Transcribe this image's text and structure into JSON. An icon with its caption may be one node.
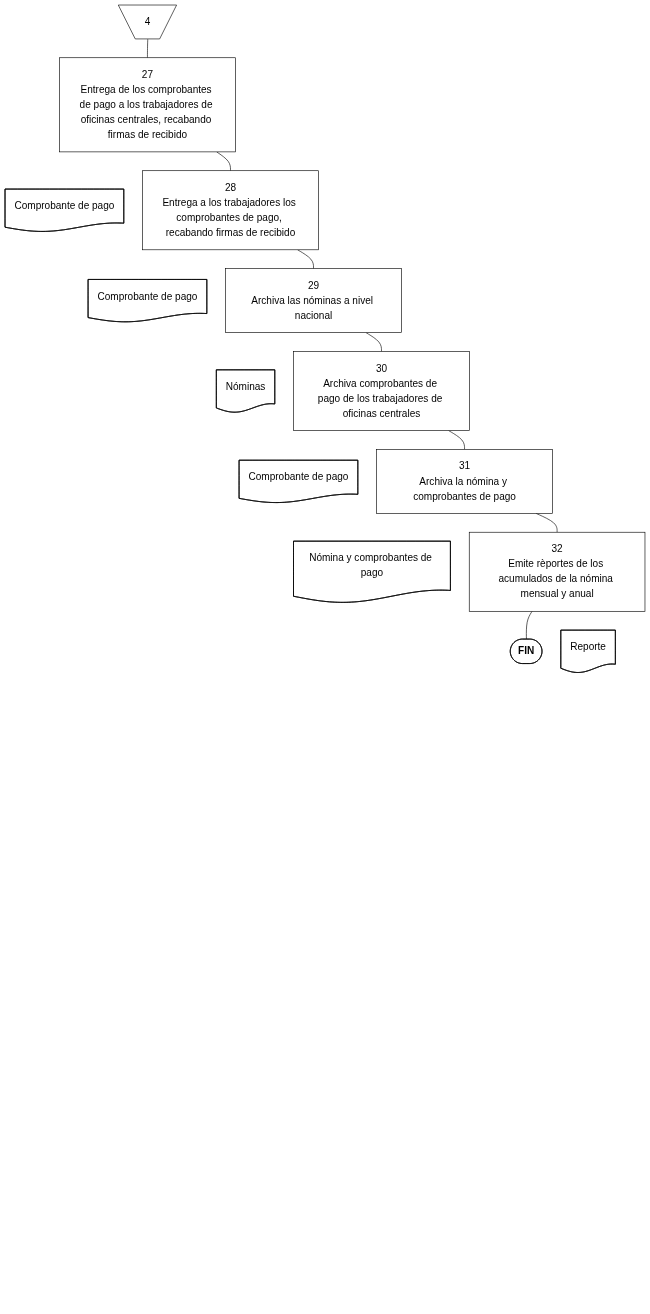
{
  "diagram": {
    "nodes": [
      {
        "text": [
          "4"
        ]
      },
      {
        "text": [
          "27",
          "Entrega de los comprobantes de pago a los trabajadores de oficinas centrales, recabando firmas de recibido"
        ]
      },
      {
        "text": [
          "Comprobante de pago"
        ]
      },
      {
        "text": [
          "28",
          "Entrega a los trabajadores los comprobantes de pago, recabando firmas de recibido"
        ]
      },
      {
        "text": [
          "Comprobante de pago"
        ]
      },
      {
        "text": [
          "29",
          "Archiva las nóminas a nivel nacional"
        ]
      },
      {
        "text": [
          "Nóminas"
        ]
      },
      {
        "text": [
          "30",
          "Archiva comprobantes de pago de los trabajadores de oficinas centrales"
        ]
      },
      {
        "text": [
          "Comprobante de pago"
        ]
      },
      {
        "text": [
          "31",
          "Archiva la nómina y comprobantes de pago"
        ]
      },
      {
        "text": [
          "Nómina y comprobantes de pago"
        ]
      },
      {
        "text": [
          "32",
          "Emite rèportes de los acumulados de la nómina mensual y anual"
        ]
      },
      {
        "text": [
          "Reporte"
        ]
      },
      {
        "text": [
          "FIN"
        ]
      }
    ],
    "edges": [
      {
        "from": 0,
        "to": 1,
        "arrow": "none"
      },
      {
        "from": 1,
        "to": 3,
        "arrow": "none"
      },
      {
        "from": 3,
        "to": 5,
        "arrow": "none"
      },
      {
        "from": 5,
        "to": 7,
        "arrow": "none"
      },
      {
        "from": 7,
        "to": 9,
        "arrow": "none"
      },
      {
        "from": 9,
        "to": 11,
        "arrow": "none"
      },
      {
        "from": 11,
        "to": 13,
        "arrow": "none"
      }
    ]
  }
}
